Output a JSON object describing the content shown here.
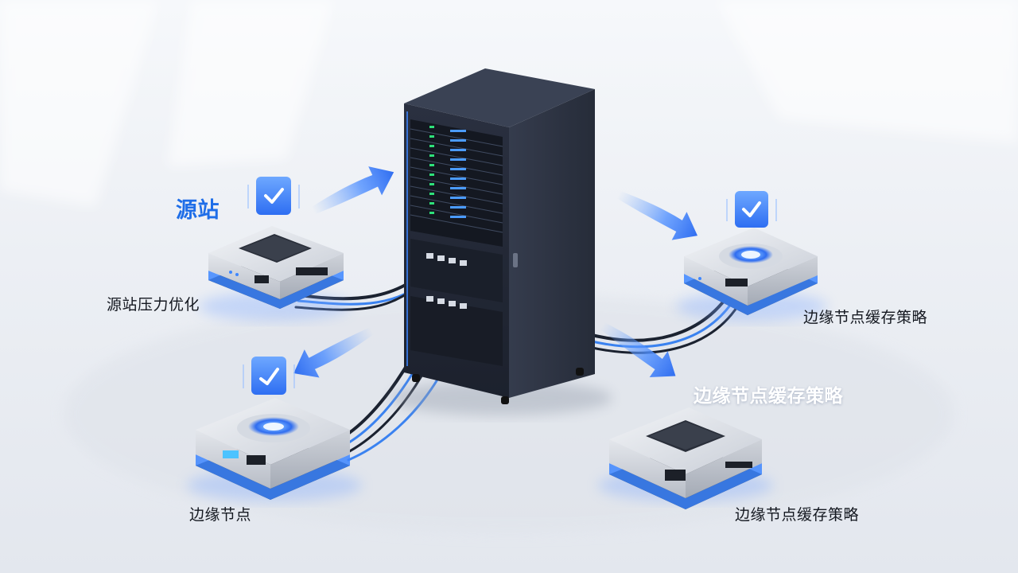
{
  "labels": {
    "source_title": "源站",
    "source_caption": "源站压力优化",
    "edge_top_right_caption": "边缘节点缓存策略",
    "edge_highlight_title": "边缘节点缓存策略",
    "edge_bottom_left_caption": "边缘节点",
    "edge_bottom_right_caption": "边缘节点缓存策略"
  },
  "colors": {
    "accent": "#2f7bff",
    "glow": "#3d8bff",
    "rack": "#2b3140",
    "node_body": "#d9dde4",
    "background": "#eef1f5"
  },
  "icons": {
    "shield": "shield-check-icon",
    "flow": "arrow-icon"
  }
}
